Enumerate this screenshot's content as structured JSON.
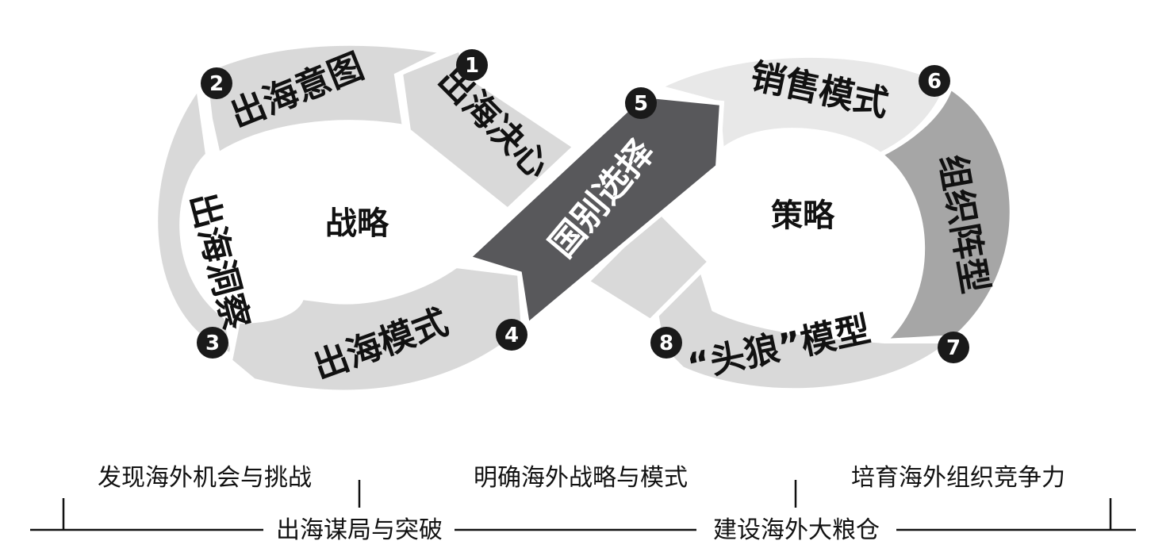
{
  "diagram": {
    "left_hub": "战略",
    "right_hub": "策略",
    "steps": [
      {
        "num": "1",
        "label": "出海决心"
      },
      {
        "num": "2",
        "label": "出海意图"
      },
      {
        "num": "3",
        "label": "出海洞察"
      },
      {
        "num": "4",
        "label": "出海模式"
      },
      {
        "num": "5",
        "label": "国别选择"
      },
      {
        "num": "6",
        "label": "销售模式"
      },
      {
        "num": "7",
        "label": "组织阵型"
      },
      {
        "num": "8",
        "label": "“头狼”模型"
      }
    ]
  },
  "timeline": {
    "captions": [
      "发现海外机会与挑战",
      "明确海外战略与模式",
      "培育海外组织竞争力"
    ],
    "phases": [
      "出海谋局与突破",
      "建设海外大粮仓"
    ]
  },
  "colors": {
    "light": "#d9d9d9",
    "lighter": "#e8e8e8",
    "mid": "#a6a6a6",
    "dark": "#58585b",
    "badge": "#1a1a1a"
  }
}
